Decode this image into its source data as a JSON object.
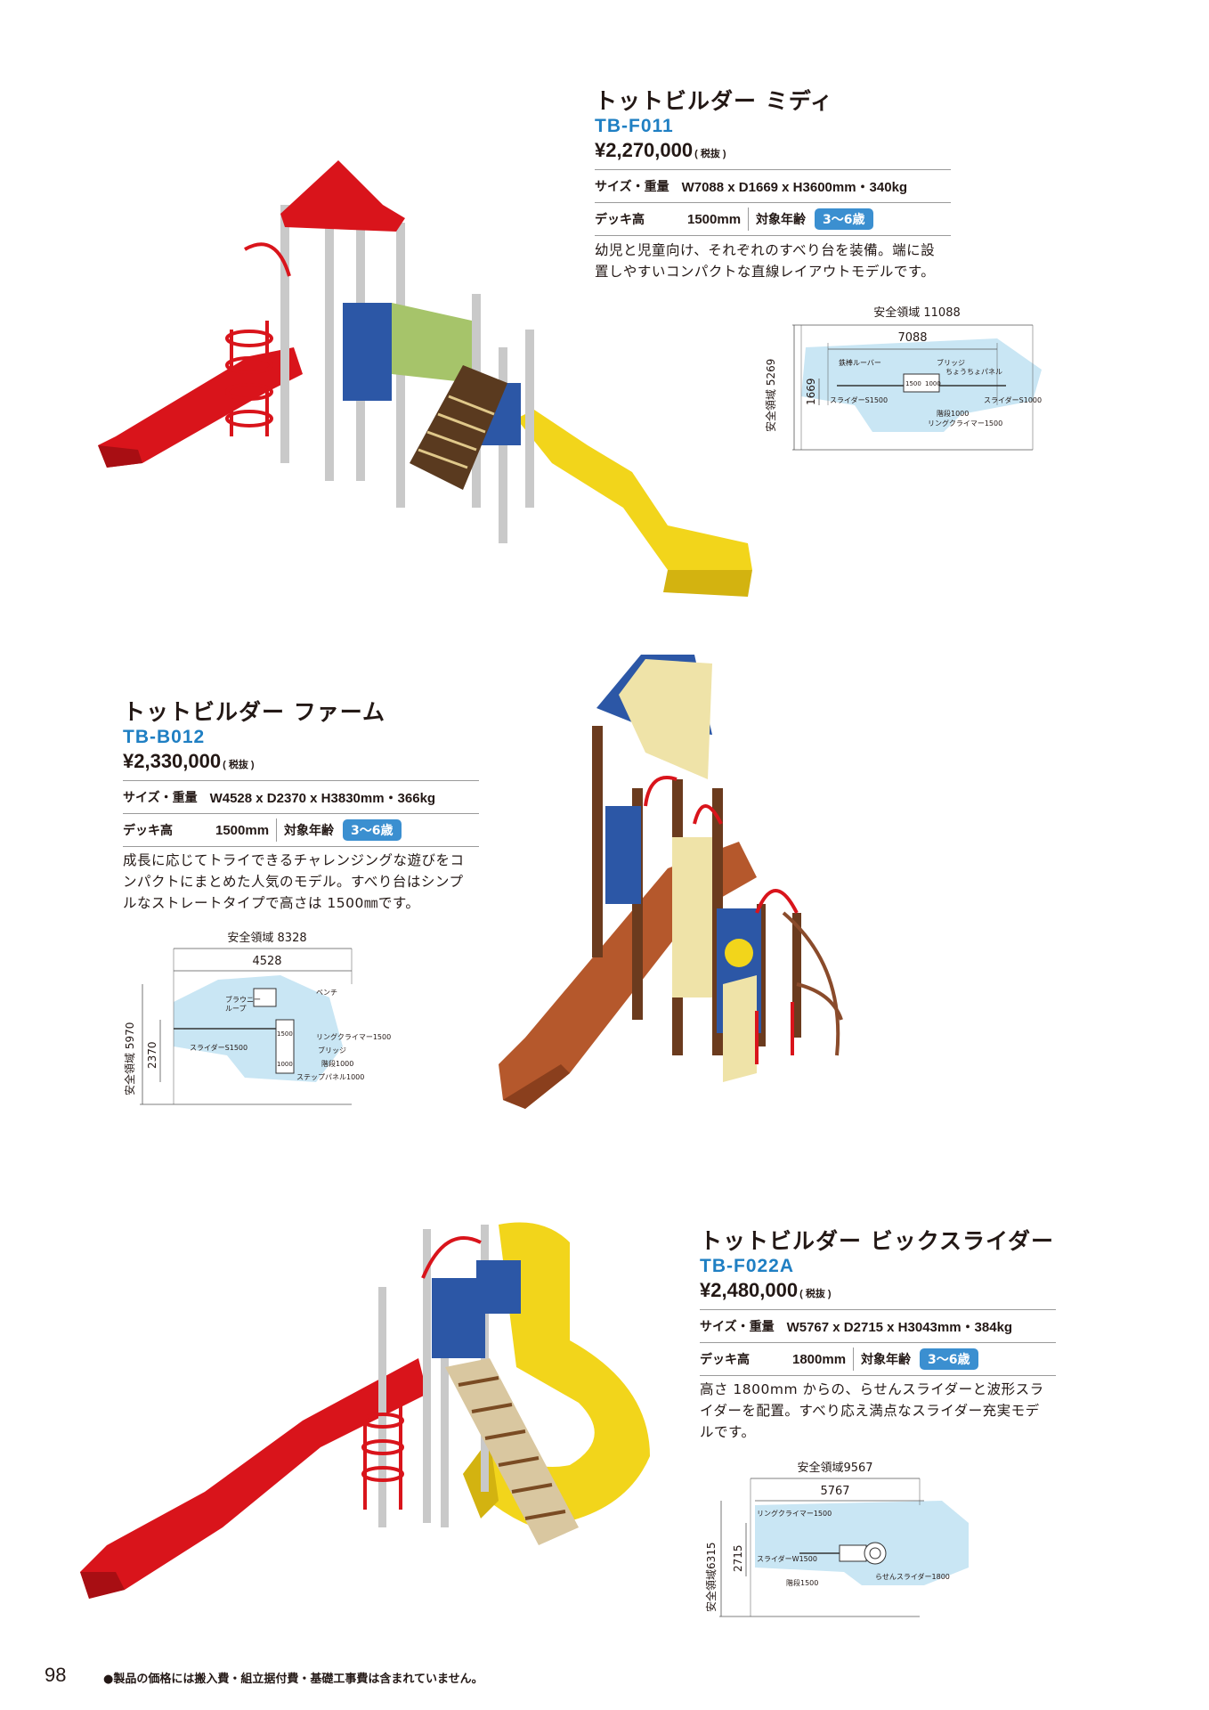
{
  "page_number": "98",
  "footer_note": "●製品の価格には搬入費・組立据付費・基礎工事費は含まれていません。",
  "spec_labels": {
    "size_weight": "サイズ・重量",
    "deck_height": "デッキ高",
    "target_age": "対象年齢"
  },
  "products": [
    {
      "name": "トットビルダー ミディ",
      "code": "TB-F011",
      "price": "¥2,270,000",
      "tax": "( 税抜 )",
      "size_weight": "W7088 x D1669 x H3600mm・340kg",
      "deck_height": "1500mm",
      "age": "3～6歳",
      "desc_lines": [
        "幼児と児童向け、それぞれのすべり台を装備。端に設",
        "置しやすいコンパクトな直線レイアウトモデルです。"
      ],
      "diagram": {
        "safety_width": "安全領域 11088",
        "width": "7088",
        "safety_depth": "安全領域 5269",
        "depth": "1669",
        "labels": [
          "ブリッジ",
          "ちょうちょパネル",
          "スライダーS1500",
          "スライダーS1000",
          "階段1000",
          "リングクライマー1500",
          "1500",
          "1000",
          "鉄棒ルーバー"
        ]
      }
    },
    {
      "name": "トットビルダー ファーム",
      "code": "TB-B012",
      "price": "¥2,330,000",
      "tax": "( 税抜 )",
      "size_weight": "W4528 x D2370 x H3830mm・366kg",
      "deck_height": "1500mm",
      "age": "3～6歳",
      "desc_lines": [
        "成長に応じてトライできるチャレンジングな遊びをコ",
        "ンパクトにまとめた人気のモデル。すべり台はシンプ",
        "ルなストレートタイプで高さは 1500㎜です。"
      ],
      "diagram": {
        "safety_width": "安全領域 8328",
        "width": "4528",
        "safety_depth": "安全領域 5970",
        "depth": "2370",
        "labels": [
          "ブラウニー",
          "ループ",
          "ベンチ",
          "リングクライマー1500",
          "スライダーS1500",
          "ブリッジ",
          "階段1000",
          "ステップパネル1000",
          "1500",
          "1000"
        ]
      }
    },
    {
      "name": "トットビルダー ビックスライダー",
      "code": "TB-F022A",
      "price": "¥2,480,000",
      "tax": "( 税抜 )",
      "size_weight": "W5767 x D2715 x H3043mm・384kg",
      "deck_height": "1800mm",
      "age": "3～6歳",
      "desc_lines": [
        "高さ 1800mm からの、らせんスライダーと波形スラ",
        "イダーを配置。すべり応え満点なスライダー充実モデ",
        "ルです。"
      ],
      "diagram": {
        "safety_width": "安全領域9567",
        "width": "5767",
        "safety_depth": "安全領域6315",
        "depth": "2715",
        "labels": [
          "リングクライマー1500",
          "スライダーW1500",
          "階段1500",
          "らせんスライダー1800"
        ]
      }
    }
  ]
}
